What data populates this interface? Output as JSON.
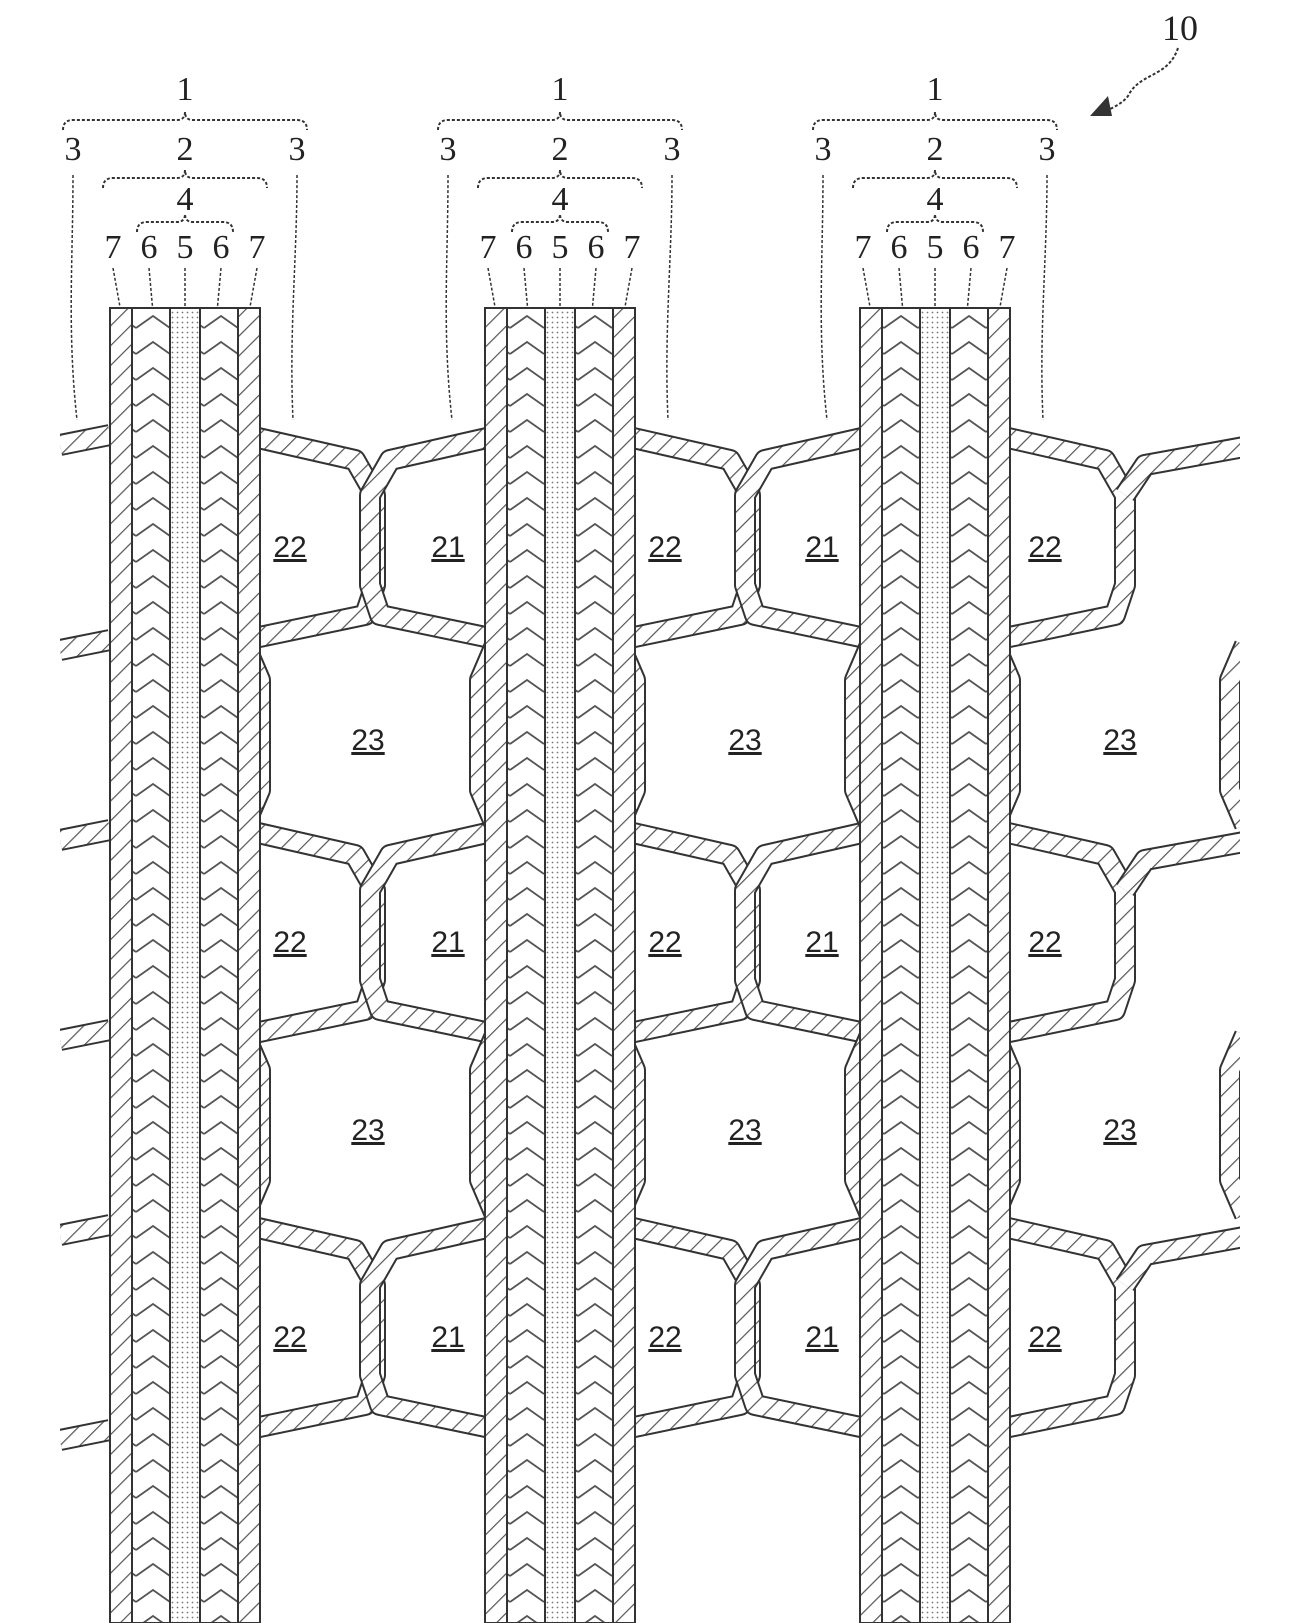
{
  "figure_ref": "10",
  "bracket_labels": {
    "level_1": "1",
    "level_2": "2",
    "level_3": "3",
    "level_4": "4",
    "layers": [
      "7",
      "6",
      "5",
      "6",
      "7"
    ]
  },
  "cells": {
    "c21": "21",
    "c22": "22",
    "c23": "23"
  },
  "colors": {
    "line": "#333333",
    "hatch": "#444444",
    "background": "#ffffff"
  }
}
